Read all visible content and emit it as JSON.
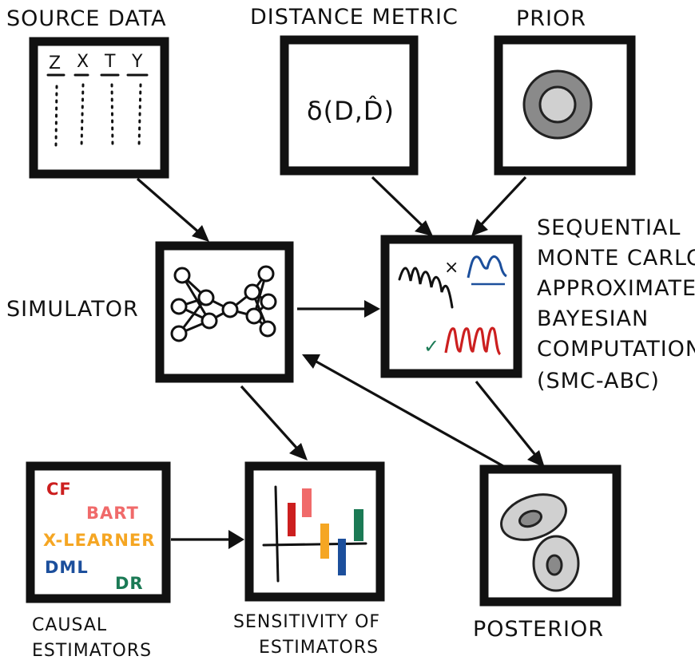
{
  "labels": {
    "source_data": "SOURCE DATA",
    "distance_metric": "DISTANCE METRIC",
    "prior": "PRIOR",
    "simulator": "SIMULATOR",
    "smc_abc": [
      "SEQUENTIAL",
      "MONTE CARLO-",
      "APPROXIMATE",
      "BAYESIAN",
      "COMPUTATION",
      "(SMC-ABC)"
    ],
    "causal_estimators": [
      "CAUSAL",
      "ESTIMATORS"
    ],
    "sensitivity": [
      "SENSITIVITY OF",
      "ESTIMATORS"
    ],
    "posterior": "POSTERIOR"
  },
  "source_table": {
    "columns": [
      "Z",
      "X",
      "T",
      "Y"
    ]
  },
  "distance_formula": "δ(D,D̂)",
  "smc_marks": {
    "reject": "×",
    "accept": "✓"
  },
  "estimators": [
    {
      "name": "CF",
      "color": "#cc1f1f"
    },
    {
      "name": "BART",
      "color": "#f06a6a"
    },
    {
      "name": "X-LEARNER",
      "color": "#f5a623"
    },
    {
      "name": "DML",
      "color": "#1c4f9c"
    },
    {
      "name": "DR",
      "color": "#1b7a55"
    }
  ],
  "colors": {
    "red": "#cc1f1f",
    "salmon": "#f06a6a",
    "orange": "#f5a623",
    "blue": "#1c4f9c",
    "green": "#1b7a55",
    "gray_dark": "#8a8a8a",
    "gray_light": "#d0d0d0"
  }
}
